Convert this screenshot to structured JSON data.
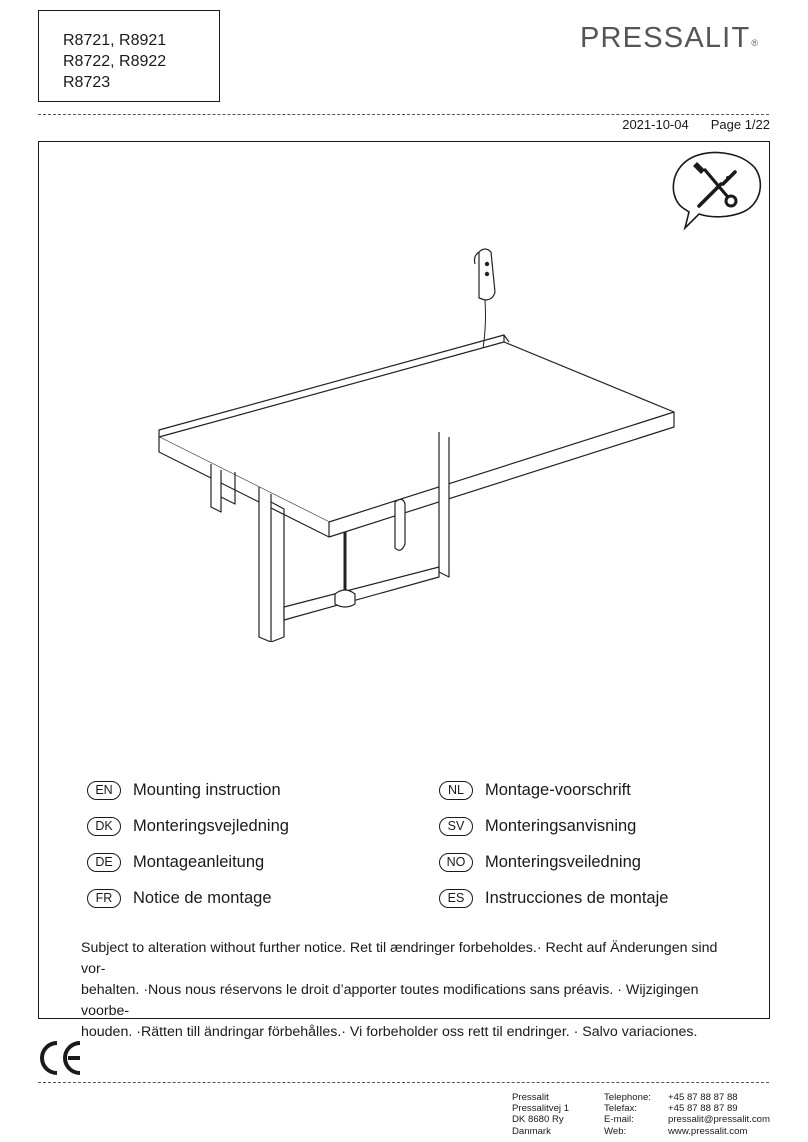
{
  "header": {
    "models": [
      "R8721, R8921",
      "R8722, R8922",
      "R8723"
    ],
    "brand": "PRESSALIT",
    "date": "2021-10-04",
    "page": "Page 1/22"
  },
  "icons": {
    "tools": "wrench-screwdriver-icon",
    "certification": "ce-mark-icon"
  },
  "languages": [
    {
      "code": "EN",
      "label": "Mounting instruction"
    },
    {
      "code": "DK",
      "label": "Monteringsvejledning"
    },
    {
      "code": "DE",
      "label": "Montageanleitung"
    },
    {
      "code": "FR",
      "label": "Notice de montage"
    },
    {
      "code": "NL",
      "label": "Montage-voorschrift"
    },
    {
      "code": "SV",
      "label": "Monteringsanvisning"
    },
    {
      "code": "NO",
      "label": "Monteringsveiledning"
    },
    {
      "code": "ES",
      "label": "Instrucciones de montaje"
    }
  ],
  "disclaimer": [
    "Subject to alteration without further notice. Ret til ændringer forbeholdes.· Recht auf Änderungen sind vor-",
    "behalten. ·Nous nous réservons le droit d’apporter toutes modifications sans préavis. · Wijzigingen voorbe-",
    "houden. ·Rätten till ändringar förbehålles.· Vi forbeholder oss rett til endringer. · Salvo variaciones."
  ],
  "footer": {
    "address": [
      "Pressalit",
      "Pressalitvej 1",
      "DK 8680 Ry",
      "Danmark"
    ],
    "contact_labels": [
      "Telephone:",
      "Telefax:",
      "E-mail:",
      "Web:"
    ],
    "contact_values": [
      "+45 87 88 87 88",
      "+45 87 88 87 89",
      "pressalit@pressalit.com",
      "www.pressalit.com"
    ]
  }
}
